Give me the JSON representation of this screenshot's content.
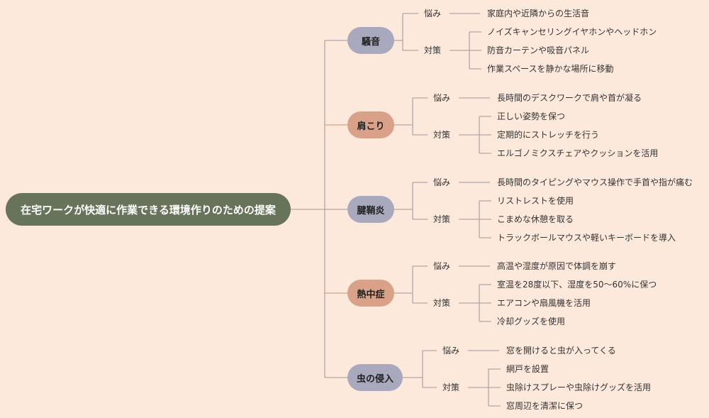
{
  "root": {
    "label": "在宅ワークが快適に作業できる環境作りのための提案"
  },
  "topics": [
    {
      "label": "騒音",
      "color": "#a9a9be",
      "worry": {
        "label": "悩み",
        "items": [
          "家庭内や近隣からの生活音"
        ]
      },
      "measures": {
        "label": "対策",
        "items": [
          "ノイズキャンセリングイヤホンやヘッドホン",
          "防音カーテンや吸音パネル",
          "作業スペースを静かな場所に移動"
        ]
      }
    },
    {
      "label": "肩こり",
      "color": "#d9a288",
      "worry": {
        "label": "悩み",
        "items": [
          "長時間のデスクワークで肩や首が凝る"
        ]
      },
      "measures": {
        "label": "対策",
        "items": [
          "正しい姿勢を保つ",
          "定期的にストレッチを行う",
          "エルゴノミクスチェアやクッションを活用"
        ]
      }
    },
    {
      "label": "腱鞘炎",
      "color": "#a9a9be",
      "worry": {
        "label": "悩み",
        "items": [
          "長時間のタイピングやマウス操作で手首や指が痛む"
        ]
      },
      "measures": {
        "label": "対策",
        "items": [
          "リストレストを使用",
          "こまめな休憩を取る",
          "トラックボールマウスや軽いキーボードを導入"
        ]
      }
    },
    {
      "label": "熱中症",
      "color": "#d9a288",
      "worry": {
        "label": "悩み",
        "items": [
          "高温や湿度が原因で体調を崩す"
        ]
      },
      "measures": {
        "label": "対策",
        "items": [
          "室温を28度以下、湿度を50〜60%に保つ",
          "エアコンや扇風機を活用",
          "冷却グッズを使用"
        ]
      }
    },
    {
      "label": "虫の侵入",
      "color": "#a9a9be",
      "worry": {
        "label": "悩み",
        "items": [
          "窓を開けると虫が入ってくる"
        ]
      },
      "measures": {
        "label": "対策",
        "items": [
          "網戸を設置",
          "虫除けスプレーや虫除けグッズを活用",
          "窓周辺を清潔に保つ"
        ]
      }
    }
  ]
}
